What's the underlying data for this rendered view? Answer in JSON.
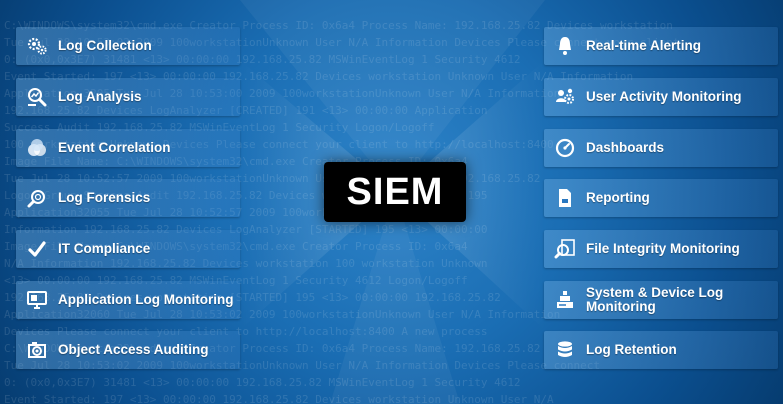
{
  "center_label": "SIEM",
  "colors": {
    "background": "#1a6db3",
    "center_box": "#000000",
    "text": "#ffffff"
  },
  "left_items": [
    {
      "label": "Log Collection",
      "icon": "gears-icon"
    },
    {
      "label": "Log Analysis",
      "icon": "magnifier-chart-icon"
    },
    {
      "label": "Event Correlation",
      "icon": "overlapping-circles-icon"
    },
    {
      "label": "Log Forensics",
      "icon": "forensics-magnifier-icon"
    },
    {
      "label": "IT Compliance",
      "icon": "checkmark-icon"
    },
    {
      "label": "Application Log Monitoring",
      "icon": "monitor-icon"
    },
    {
      "label": "Object Access Auditing",
      "icon": "camera-eye-icon"
    }
  ],
  "right_items": [
    {
      "label": "Real-time Alerting",
      "icon": "bell-icon"
    },
    {
      "label": "User Activity Monitoring",
      "icon": "users-gear-icon"
    },
    {
      "label": "Dashboards",
      "icon": "gauge-icon"
    },
    {
      "label": "Reporting",
      "icon": "document-icon"
    },
    {
      "label": "File Integrity Monitoring",
      "icon": "file-magnifier-icon"
    },
    {
      "label": "System & Device Log Monitoring",
      "icon": "device-stack-icon"
    },
    {
      "label": "Log Retention",
      "icon": "database-icon"
    }
  ]
}
